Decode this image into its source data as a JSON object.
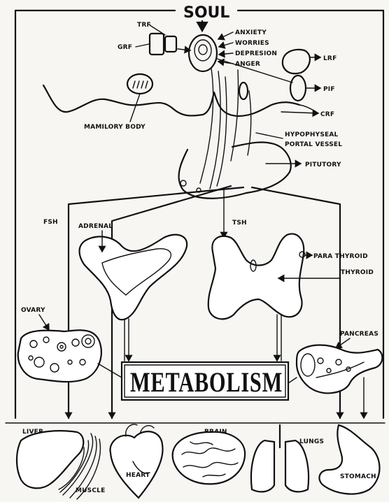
{
  "title": "SOUL",
  "emotions": [
    "ANXIETY",
    "WORRIES",
    "DEPRESION",
    "ANGER"
  ],
  "hypothalamus": {
    "trf": "TRF",
    "grf": "GRF",
    "lrf": "LRF",
    "pif": "PIF",
    "crf": "CRF",
    "mamilory_body": "MAMILORY BODY",
    "portal_vessel_line1": "HYPOPHYSEAL",
    "portal_vessel_line2": "PORTAL VESSEL",
    "pituitary": "PITUTORY"
  },
  "hormones": {
    "fsh": "FSH",
    "tsh": "TSH"
  },
  "glands": {
    "adrenal": "ADRENAL",
    "ovary": "OVARY",
    "para_thyroid": "PARA THYROID",
    "thyroid": "THYROID",
    "pancreas": "PANCREAS"
  },
  "center": "METABOLISM",
  "organs": {
    "liver": "LIVER",
    "muscle": "MUSCLE",
    "heart": "HEART",
    "brain": "BRAIN",
    "lungs": "LUNGS",
    "stomach": "STOMACH"
  }
}
